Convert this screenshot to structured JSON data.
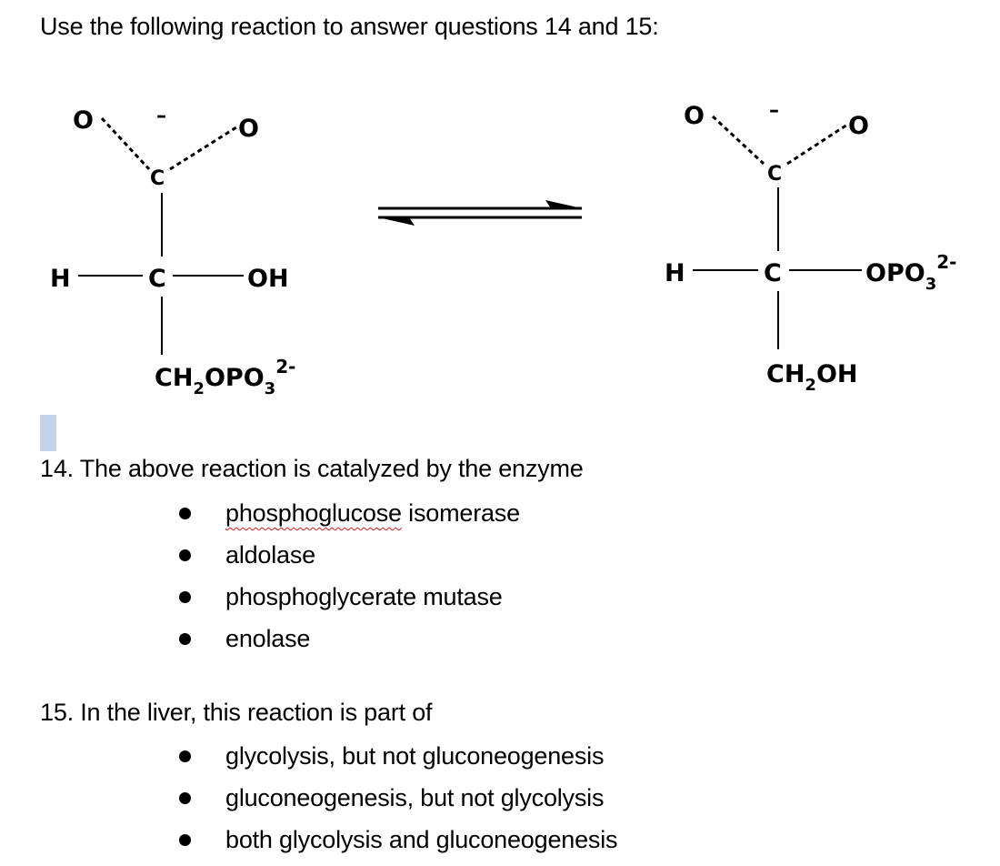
{
  "intro": "Use the following reaction to answer questions 14 and 15:",
  "reaction": {
    "left": {
      "top_o_left": "O",
      "top_charge": "–",
      "top_o_right": "O",
      "carboxyl_c": "C",
      "h": "H",
      "center_c": "C",
      "substituent": "OH",
      "bottom_main": "CH",
      "bottom_sub": "2",
      "bottom_mid": "OPO",
      "bottom_sub2": "3",
      "bottom_sup": "2-"
    },
    "right": {
      "top_o_left": "O",
      "top_charge": "–",
      "top_o_right": "O",
      "carboxyl_c": "C",
      "h": "H",
      "center_c": "C",
      "substituent_main": "OPO",
      "substituent_sub": "3",
      "substituent_sup": "2-",
      "bottom_main": "CH",
      "bottom_sub": "2",
      "bottom_end": "OH"
    }
  },
  "q14": {
    "stem": "14. The above reaction is catalyzed by the enzyme",
    "options": [
      {
        "word1": "phosphoglucose",
        "rest": " isomerase"
      },
      {
        "label": "aldolase"
      },
      {
        "label": "phosphoglycerate mutase"
      },
      {
        "label": "enolase"
      }
    ]
  },
  "q15": {
    "stem": "15. In the liver, this reaction is part of",
    "options": [
      "glycolysis, but not gluconeogenesis",
      "gluconeogenesis, but not glycolysis",
      "both glycolysis and gluconeogenesis"
    ]
  }
}
